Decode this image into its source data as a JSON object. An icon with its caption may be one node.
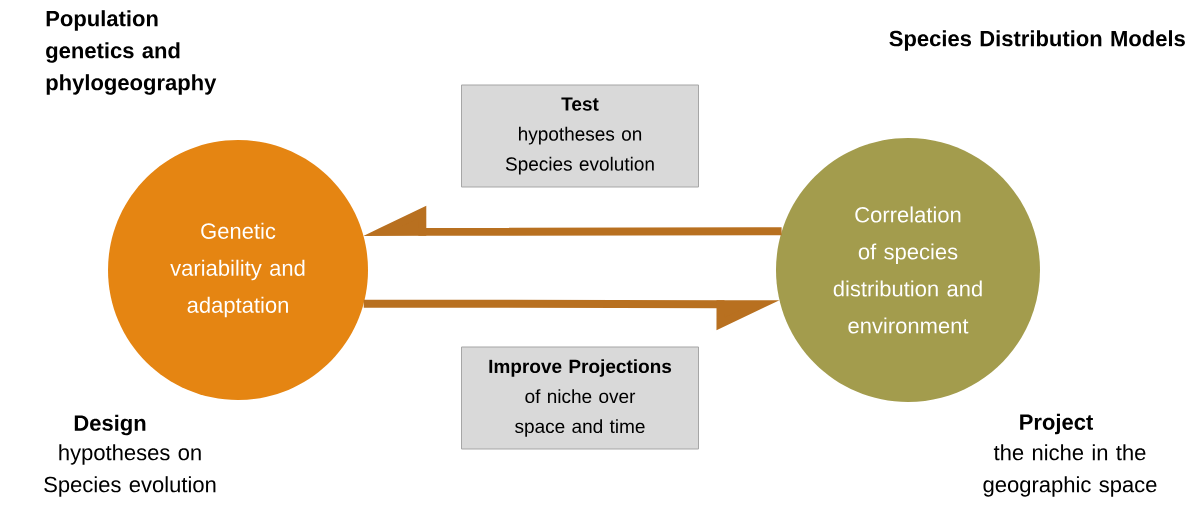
{
  "diagram": {
    "nodes": [
      {
        "text": [
          "Genetic variability and adaptation"
        ]
      },
      {
        "text": [
          "Test",
          "hypotheses on Species evolution"
        ]
      },
      {
        "text": [
          "Improve Projections",
          "of niche over space and time"
        ]
      },
      {
        "text": [
          "Correlation of species distribution and environment"
        ]
      }
    ],
    "edges": [
      {
        "from": 3,
        "to": 0,
        "arrow": "to"
      },
      {
        "from": 0,
        "to": 3,
        "arrow": "to"
      }
    ],
    "labels": [
      "Population genetics and phylogeography",
      "Species Distribution Models",
      "Design",
      "hypotheses on Species evolution",
      "Project",
      "the niche in the geographic space"
    ]
  }
}
